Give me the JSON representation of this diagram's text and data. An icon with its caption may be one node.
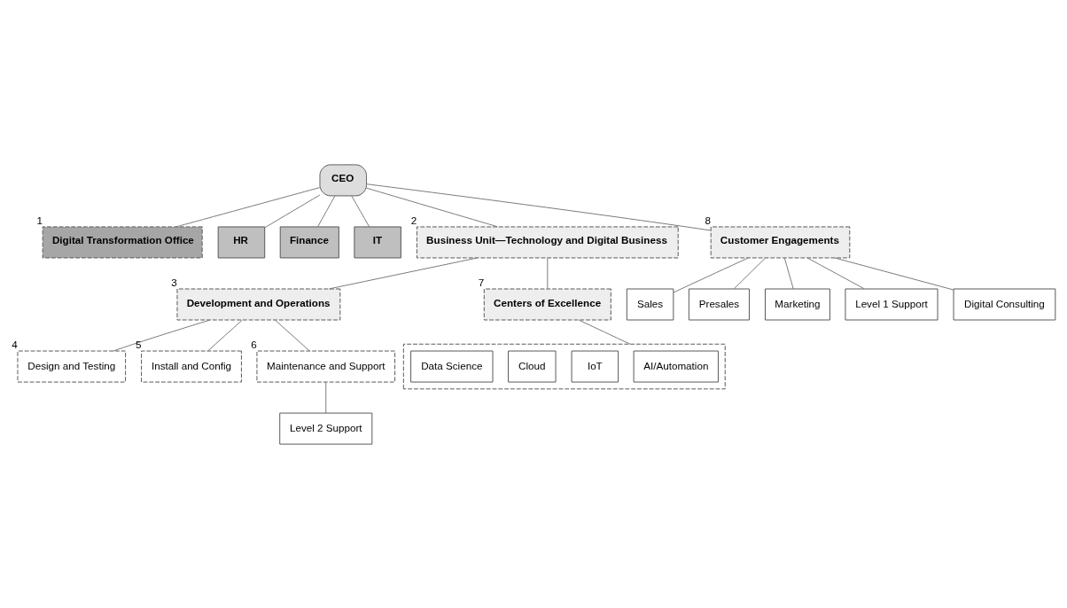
{
  "diagram": {
    "nodes": [
      {
        "text": [
          "CEO"
        ]
      },
      {
        "text": [
          "Digital Transformation Office"
        ],
        "beside": [
          "1"
        ]
      },
      {
        "text": [
          "HR"
        ]
      },
      {
        "text": [
          "Finance"
        ]
      },
      {
        "text": [
          "IT"
        ]
      },
      {
        "text": [
          "Business Unit—Technology and Digital Business"
        ],
        "beside": [
          "2"
        ]
      },
      {
        "text": [
          "Customer Engagements"
        ],
        "beside": [
          "8"
        ]
      },
      {
        "text": [
          "Development and Operations"
        ],
        "beside": [
          "3"
        ]
      },
      {
        "text": [
          "Centers of Excellence"
        ],
        "beside": [
          "7"
        ]
      },
      {
        "text": [
          "Design and Testing"
        ],
        "beside": [
          "4"
        ]
      },
      {
        "text": [
          "Install and Config"
        ],
        "beside": [
          "5"
        ]
      },
      {
        "text": [
          "Maintenance and Support"
        ],
        "beside": [
          "6"
        ]
      },
      {
        "text": [
          "Level 2 Support"
        ]
      },
      {
        "text": [],
        "shape": "box"
      },
      {
        "text": [
          "AI/Automation"
        ],
        "in": 13
      },
      {
        "text": [
          "IoT"
        ],
        "in": 13
      },
      {
        "text": [
          "Cloud"
        ],
        "in": 13
      },
      {
        "text": [
          "Data Science"
        ],
        "in": 13
      },
      {
        "text": [
          "Sales"
        ]
      },
      {
        "text": [
          "Presales"
        ]
      },
      {
        "text": [
          "Marketing"
        ]
      },
      {
        "text": [
          "Level 1 Support"
        ]
      },
      {
        "text": [
          "Digital Consulting"
        ]
      }
    ],
    "edges": [
      {
        "from": 0,
        "to": 1,
        "arrow": "none"
      },
      {
        "from": 0,
        "to": 2,
        "arrow": "none"
      },
      {
        "from": 0,
        "to": 3,
        "arrow": "none"
      },
      {
        "from": 0,
        "to": 4,
        "arrow": "none"
      },
      {
        "from": 0,
        "to": 5,
        "arrow": "none"
      },
      {
        "from": 0,
        "to": 6,
        "arrow": "none"
      },
      {
        "from": 5,
        "to": 7,
        "arrow": "none"
      },
      {
        "from": 5,
        "to": 8,
        "arrow": "none"
      },
      {
        "from": 7,
        "to": 9,
        "arrow": "none"
      },
      {
        "from": 7,
        "to": 10,
        "arrow": "none"
      },
      {
        "from": 7,
        "to": 11,
        "arrow": "none"
      },
      {
        "from": 11,
        "to": 12,
        "arrow": "none"
      },
      {
        "from": 8,
        "to": 13,
        "arrow": "none"
      },
      {
        "from": 6,
        "to": 18,
        "arrow": "none"
      },
      {
        "from": 6,
        "to": 19,
        "arrow": "none"
      },
      {
        "from": 6,
        "to": 20,
        "arrow": "none"
      },
      {
        "from": 6,
        "to": 21,
        "arrow": "none"
      },
      {
        "from": 6,
        "to": 22,
        "arrow": "none"
      }
    ]
  }
}
